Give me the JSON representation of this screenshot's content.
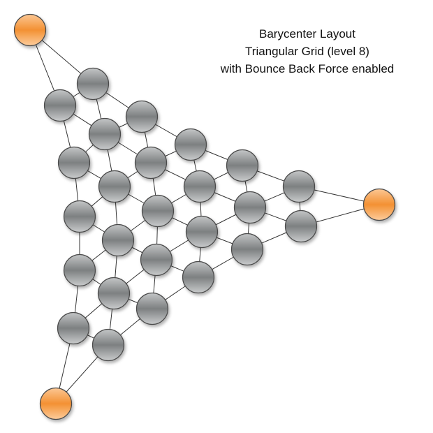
{
  "title": {
    "line1": "Barycenter Layout",
    "line2": "Triangular Grid (level 8)",
    "line3": "with Bounce Back Force enabled"
  },
  "colors": {
    "corner_node": "#f7963a",
    "grid_node": "#8c8f90",
    "edge": "#333333"
  },
  "graph": {
    "type": "triangular-grid",
    "rows": 7,
    "corner_nodes": [
      "r0k0",
      "r6k0",
      "r6k6"
    ]
  }
}
